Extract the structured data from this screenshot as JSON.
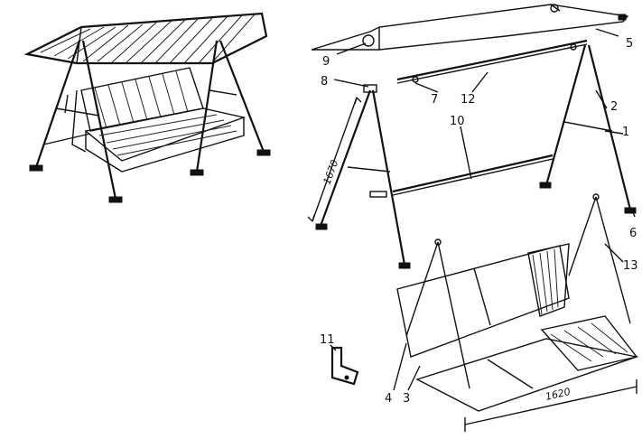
{
  "labels": {
    "p1": "1",
    "p2": "2",
    "p3": "3",
    "p4": "4",
    "p5": "5",
    "p6": "6",
    "p7": "7",
    "p8": "8",
    "p9": "9",
    "p10": "10",
    "p11": "11",
    "p12": "12",
    "p13": "13"
  },
  "dimensions": {
    "height": "1670",
    "width": "1620"
  }
}
